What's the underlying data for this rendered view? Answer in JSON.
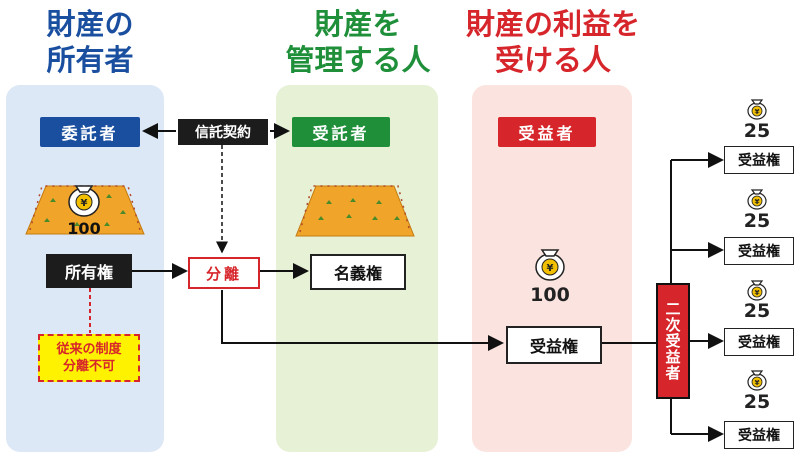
{
  "headings": {
    "owner": [
      "財産の",
      "所有者"
    ],
    "manager": [
      "財産を",
      "管理する人"
    ],
    "beneficiary": [
      "財産の利益を",
      "受ける人"
    ]
  },
  "roles": {
    "settlor": "委託者",
    "trustee": "受託者",
    "beneficiary": "受益者"
  },
  "contract_label": "信託契約",
  "ownership_label": "所有権",
  "separation_label": "分離",
  "nominal_label": "名義権",
  "beneficial_label": "受益権",
  "old_system_note": [
    "従来の制度",
    "分離不可"
  ],
  "secondary_label": "二次受益者",
  "coin_symbol": "¥",
  "land_value": "100",
  "main_value": "100",
  "sub_beneficiaries": [
    {
      "value": "25",
      "label": "受益権"
    },
    {
      "value": "25",
      "label": "受益権"
    },
    {
      "value": "25",
      "label": "受益権"
    },
    {
      "value": "25",
      "label": "受益権"
    }
  ],
  "colors": {
    "owner": "#1a4fa0",
    "manager": "#1f8f3a",
    "beneficiary": "#d6262b",
    "contract": "#1c1c1c"
  }
}
